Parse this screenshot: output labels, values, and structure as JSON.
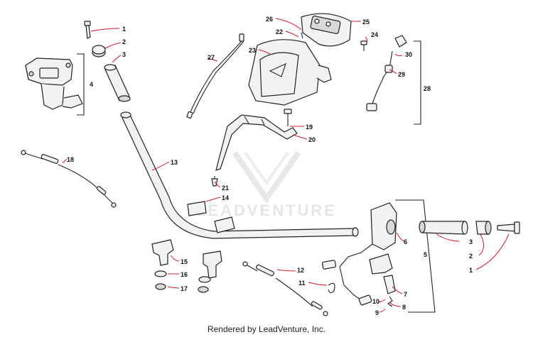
{
  "watermark": "LEADVENTURE",
  "credit": "Rendered by LeadVenture, Inc.",
  "callouts": {
    "c1a": "1",
    "c2a": "2",
    "c3a": "3",
    "c4": "4",
    "c5": "5",
    "c6": "6",
    "c7": "7",
    "c8": "8",
    "c9": "9",
    "c10": "10",
    "c11": "11",
    "c12": "12",
    "c13": "13",
    "c14": "14",
    "c15": "15",
    "c16": "16",
    "c17": "17",
    "c18": "18",
    "c19": "19",
    "c20": "20",
    "c21": "21",
    "c22": "22",
    "c23": "23",
    "c24": "24",
    "c25": "25",
    "c26": "26",
    "c27": "27",
    "c28": "28",
    "c29": "29",
    "c30": "30",
    "c1b": "1",
    "c3b": "3",
    "c2b": "2"
  }
}
